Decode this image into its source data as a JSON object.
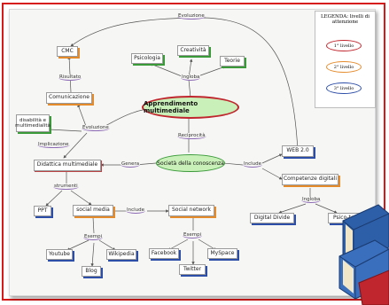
{
  "central": "Apprendimento multimediale",
  "society": "Società della conoscenza",
  "nodes": {
    "cmc": "CMC",
    "comunicazione": "Comunicazione",
    "disabilita": "disabilità e multimedialità",
    "didattica": "Didattica multimediale",
    "psicologia": "Psicologia",
    "creativita": "Creatività",
    "teorie": "Teorie",
    "web20": "WEB 2.0",
    "competenze": "Competenze digitali",
    "digital_divide": "Digital Divide",
    "psico": "Psico-te",
    "ppt": "PPT",
    "social_media": "social media",
    "social_network": "Social network",
    "youtube": "Youtube",
    "wikipedia": "Wikipedia",
    "blog": "Blog",
    "facebook": "Facebook",
    "myspace": "MySpace",
    "twitter": "Twitter"
  },
  "connectors": {
    "evoluzione_top": "Evoluzione",
    "risultato": "Risultato",
    "ingloba_top": "Ingloba",
    "evoluzione_mid": "Evoluzione",
    "implicazione": "Implicazione",
    "reciprocita": "Reciprocità",
    "genera": "Genera",
    "include_right": "Include",
    "strumenti": "strumenti",
    "include_mid": "Include",
    "ingloba_bottom": "Ingloba",
    "esempi_left": "Esempi",
    "esempi_right": "Esempi"
  },
  "legend": {
    "title": "LEGENDA: livelli di attenzione",
    "level1": "1° livello",
    "level2": "2° livello",
    "level3": "3° livello"
  },
  "colors": {
    "frame": "#d61a1a",
    "central_fill": "#c9f0b8",
    "central_border": "#c0262d",
    "level1": "#c0262d",
    "level2": "#e58b2b",
    "level3": "#2d4ea8",
    "connector_underline": "#8d6bb5"
  }
}
